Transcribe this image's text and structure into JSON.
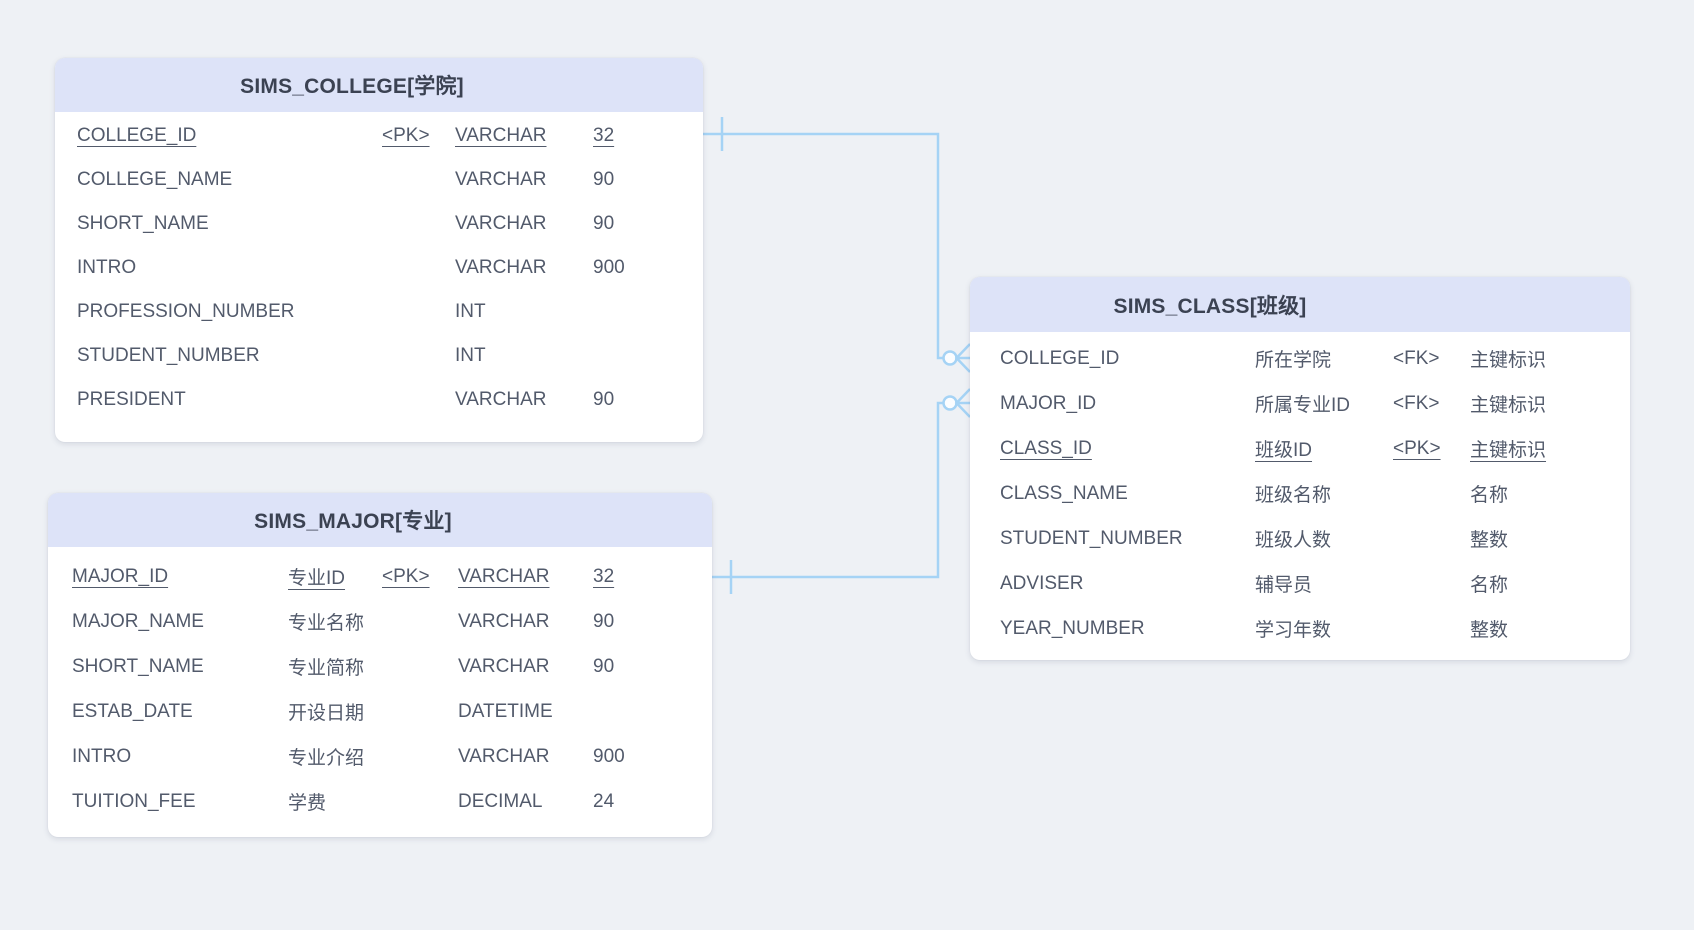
{
  "diagram": {
    "background_color": "#eef1f5",
    "header_color": "#dde3f8",
    "connector_color": "#a5d3f5",
    "text_color": "#525a6b"
  },
  "tables": [
    {
      "id": "sims_college",
      "title": "SIMS_COLLEGE[学院]",
      "rows": [
        {
          "row_class": "pk",
          "name": "COLLEGE_ID",
          "cn": "",
          "key": "<PK>",
          "type": "VARCHAR",
          "len": "32"
        },
        {
          "name": "COLLEGE_NAME",
          "cn": "",
          "key": "",
          "type": "VARCHAR",
          "len": "90"
        },
        {
          "name": "SHORT_NAME",
          "cn": "",
          "key": "",
          "type": "VARCHAR",
          "len": "90"
        },
        {
          "name": "INTRO",
          "cn": "",
          "key": "",
          "type": "VARCHAR",
          "len": "900"
        },
        {
          "name": "PROFESSION_NUMBER",
          "cn": "",
          "key": "",
          "type": "INT",
          "len": ""
        },
        {
          "name": "STUDENT_NUMBER",
          "cn": "",
          "key": "",
          "type": "INT",
          "len": ""
        },
        {
          "name": "PRESIDENT",
          "cn": "",
          "key": "",
          "type": "VARCHAR",
          "len": "90"
        }
      ]
    },
    {
      "id": "sims_major",
      "title": "SIMS_MAJOR[专业]",
      "rows": [
        {
          "row_class": "pk",
          "name": "MAJOR_ID",
          "cn": "专业ID",
          "key": "<PK>",
          "type": "VARCHAR",
          "len": "32"
        },
        {
          "name": "MAJOR_NAME",
          "cn": "专业名称",
          "key": "",
          "type": "VARCHAR",
          "len": "90"
        },
        {
          "name": "SHORT_NAME",
          "cn": "专业简称",
          "key": "",
          "type": "VARCHAR",
          "len": "90"
        },
        {
          "name": "ESTAB_DATE",
          "cn": "开设日期",
          "key": "",
          "type": "DATETIME",
          "len": ""
        },
        {
          "name": "INTRO",
          "cn": "专业介绍",
          "key": "",
          "type": "VARCHAR",
          "len": "900"
        },
        {
          "name": "TUITION_FEE",
          "cn": "学费",
          "key": "",
          "type": "DECIMAL",
          "len": "24"
        }
      ]
    },
    {
      "id": "sims_class",
      "title": "SIMS_CLASS[班级]",
      "rows": [
        {
          "name": "COLLEGE_ID",
          "cn": "所在学院",
          "key": "<FK>",
          "type": "主键标识"
        },
        {
          "name": "MAJOR_ID",
          "cn": "所属专业ID",
          "key": "<FK>",
          "type": "主键标识"
        },
        {
          "row_class": "pk",
          "name": "CLASS_ID",
          "cn": "班级ID",
          "key": "<PK>",
          "type": "主键标识"
        },
        {
          "name": "CLASS_NAME",
          "cn": "班级名称",
          "key": "",
          "type": "名称"
        },
        {
          "name": "STUDENT_NUMBER",
          "cn": "班级人数",
          "key": "",
          "type": "整数"
        },
        {
          "name": "ADVISER",
          "cn": "辅导员",
          "key": "",
          "type": "名称"
        },
        {
          "name": "YEAR_NUMBER",
          "cn": "学习年数",
          "key": "",
          "type": "整数"
        }
      ]
    }
  ],
  "relationships": [
    {
      "from": "SIMS_COLLEGE.COLLEGE_ID",
      "to": "SIMS_CLASS.COLLEGE_ID",
      "from_cardinality": "one",
      "to_cardinality": "zero-or-many"
    },
    {
      "from": "SIMS_MAJOR.MAJOR_ID",
      "to": "SIMS_CLASS.MAJOR_ID",
      "from_cardinality": "one",
      "to_cardinality": "zero-or-many"
    }
  ]
}
